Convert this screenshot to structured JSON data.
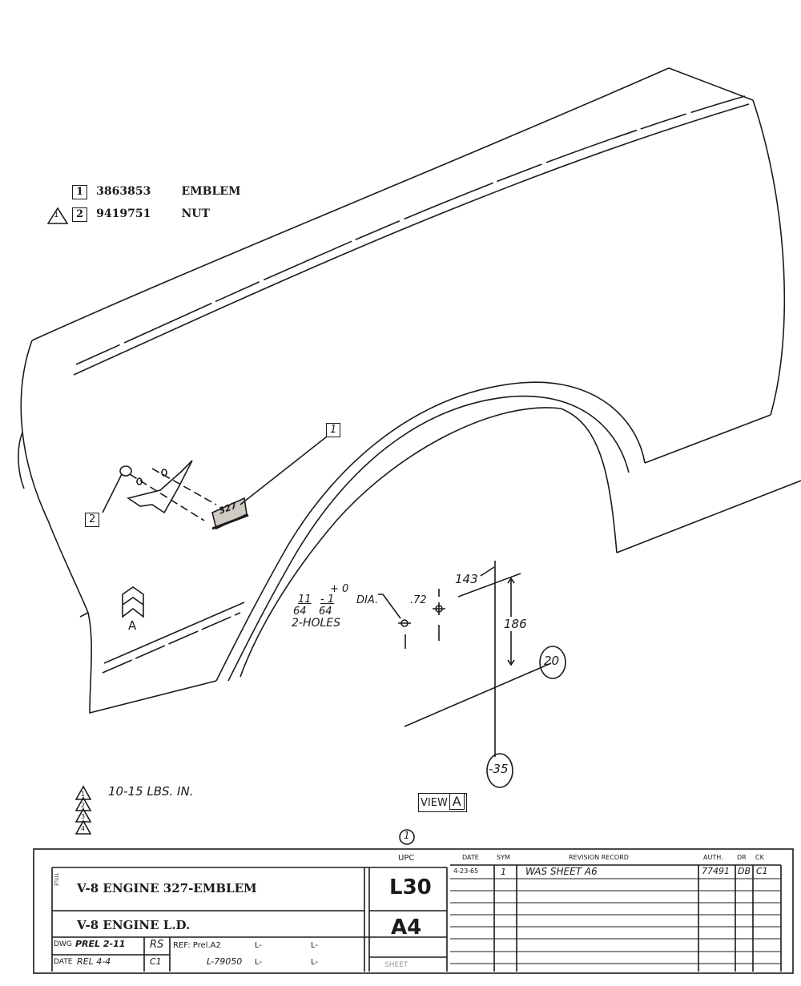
{
  "parts_list": [
    {
      "item": "1",
      "part_number": "3863853",
      "description": "EMBLEM",
      "note_flag": ""
    },
    {
      "item": "2",
      "part_number": "9419751",
      "description": "NUT",
      "note_flag": "1"
    }
  ],
  "callouts": {
    "emblem": "1",
    "nut": "2",
    "view_marker": "A",
    "emblem_text": "327"
  },
  "view_a": {
    "tol_plus": "+ 0",
    "tol_minus": "- 1",
    "frac_num": "11",
    "frac_den": "64",
    "tol_den": "64",
    "dia": "DIA.",
    "holes": "2-HOLES",
    "dim_spacing": ".72",
    "dim_horizontal": "143",
    "dim_vertical": "186",
    "ref_line_1": "20",
    "ref_line_2": "-35",
    "view_label": "VIEW",
    "view_letter": "A"
  },
  "notes": {
    "flags": [
      "1",
      "2",
      "3",
      "4"
    ],
    "note_1": "10-15  LBS. IN."
  },
  "title_block": {
    "sheet_mark": "1",
    "upc_header": "UPC",
    "title_side_letters": "TITLE",
    "title": "V-8 ENGINE 327-EMBLEM",
    "subtitle": "V-8 ENGINE L.D.",
    "upc_code": "L30",
    "upc_sub": "A4",
    "dwg_label": "DWG",
    "date_label": "DATE",
    "prel": "PREL 2-11",
    "rel": "REL 4-4",
    "initials_1": "RS",
    "initials_2": "C1",
    "ref": "REF: Prel.A2",
    "ref_l1": "L-",
    "ref_l2": "L-",
    "ref_l3": "L-79050",
    "ref_l4": "L-",
    "ref_l5": "L-",
    "sheet": "SHEET",
    "revision_headers": {
      "date": "DATE",
      "sym": "SYM",
      "record": "REVISION RECORD",
      "auth": "AUTH.",
      "dr": "DR",
      "ck": "CK"
    },
    "revisions": [
      {
        "date": "4-23-65",
        "sym": "1",
        "record": "WAS SHEET A6",
        "auth": "77491",
        "dr": "DB",
        "ck": "C1"
      }
    ]
  }
}
